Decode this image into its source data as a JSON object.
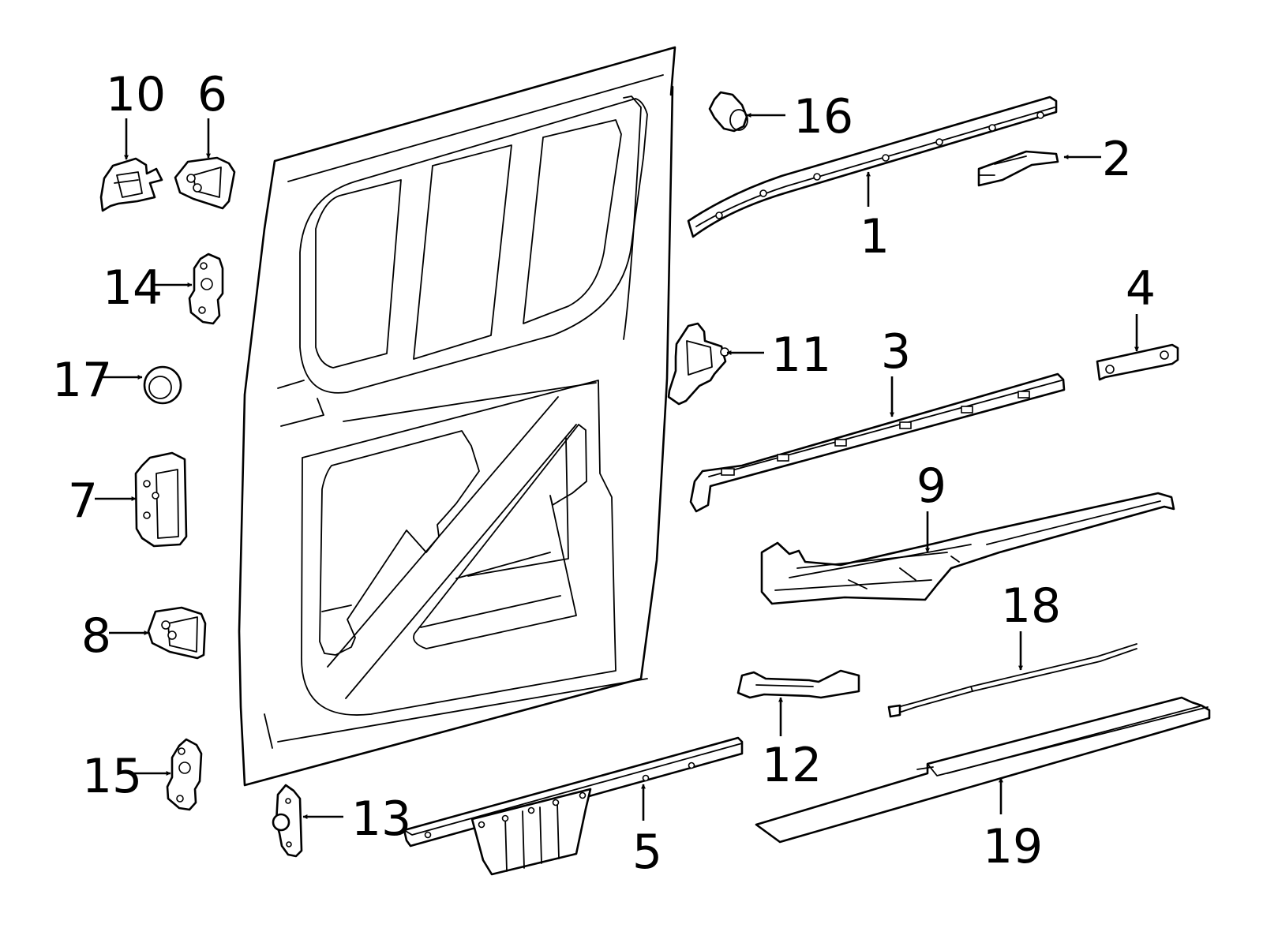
{
  "diagram": {
    "callouts": [
      {
        "id": "p1",
        "label": "1"
      },
      {
        "id": "p2",
        "label": "2"
      },
      {
        "id": "p3",
        "label": "3"
      },
      {
        "id": "p4",
        "label": "4"
      },
      {
        "id": "p5",
        "label": "5"
      },
      {
        "id": "p6",
        "label": "6"
      },
      {
        "id": "p7",
        "label": "7"
      },
      {
        "id": "p8",
        "label": "8"
      },
      {
        "id": "p9",
        "label": "9"
      },
      {
        "id": "p10",
        "label": "10"
      },
      {
        "id": "p11",
        "label": "11"
      },
      {
        "id": "p12",
        "label": "12"
      },
      {
        "id": "p13",
        "label": "13"
      },
      {
        "id": "p14",
        "label": "14"
      },
      {
        "id": "p15",
        "label": "15"
      },
      {
        "id": "p16",
        "label": "16"
      },
      {
        "id": "p17",
        "label": "17"
      },
      {
        "id": "p18",
        "label": "18"
      },
      {
        "id": "p19",
        "label": "19"
      }
    ],
    "colors": {
      "line": "#000000",
      "background": "#ffffff"
    }
  }
}
